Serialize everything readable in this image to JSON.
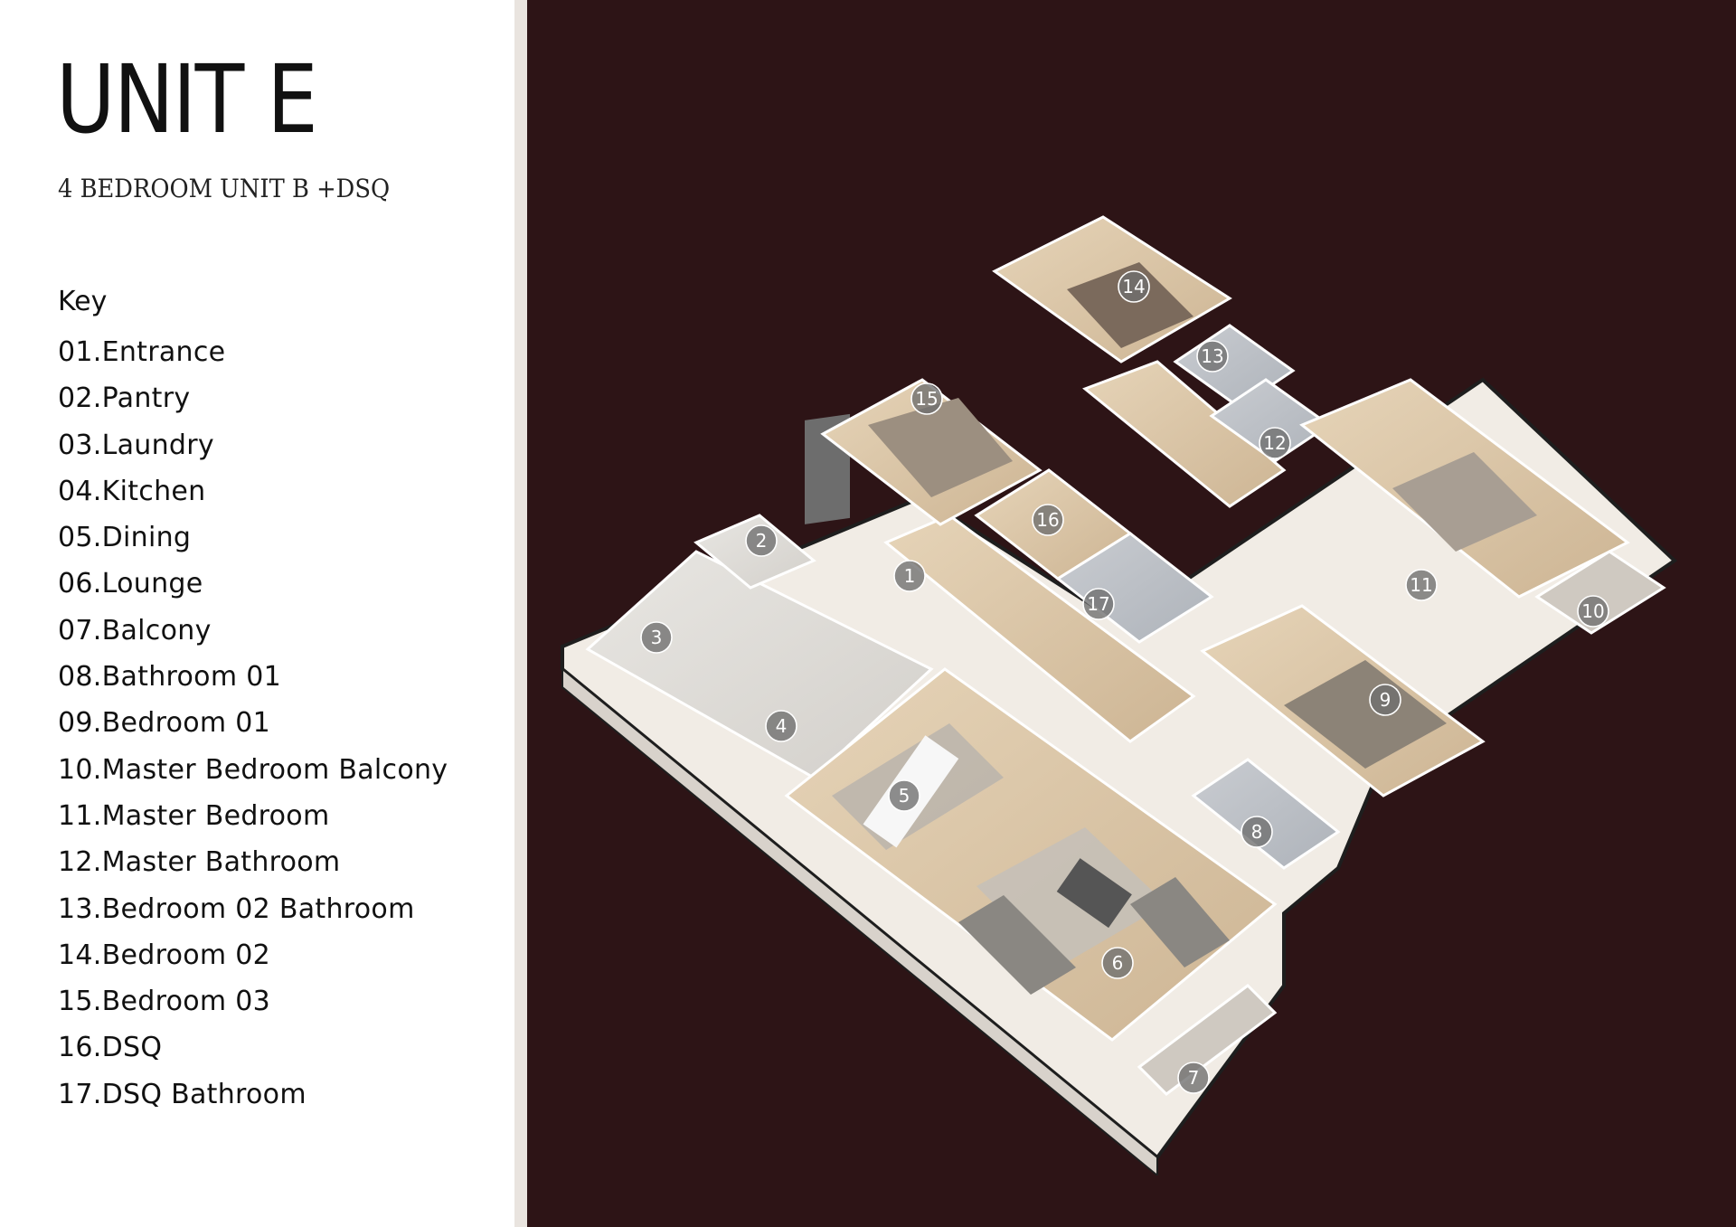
{
  "brochure": {
    "title": "UNIT E",
    "subtitle": "4 BEDROOM UNIT B +DSQ",
    "key_heading": "Key"
  },
  "key_items": [
    "01.Entrance",
    "02.Pantry",
    "03.Laundry",
    "04.Kitchen",
    "05.Dining",
    "06.Lounge",
    "07.Balcony",
    "08.Bathroom 01",
    "09.Bedroom 01",
    "10.Master Bedroom Balcony",
    "11.Master Bedroom",
    "12.Master Bathroom",
    "13.Bedroom 02 Bathroom",
    "14.Bedroom 02",
    "15.Bedroom 03",
    "16.DSQ",
    "17.DSQ Bathroom"
  ],
  "plan_markers": [
    "1",
    "2",
    "3",
    "4",
    "5",
    "6",
    "7",
    "8",
    "9",
    "10",
    "11",
    "12",
    "13",
    "14",
    "15",
    "16",
    "17"
  ],
  "colors": {
    "background": "#2d1416",
    "panel": "#ffffff",
    "divider": "#e9e4df",
    "floor": "#dcc7a8",
    "wall": "#f4efe8",
    "marker": "#6e6e6e"
  }
}
